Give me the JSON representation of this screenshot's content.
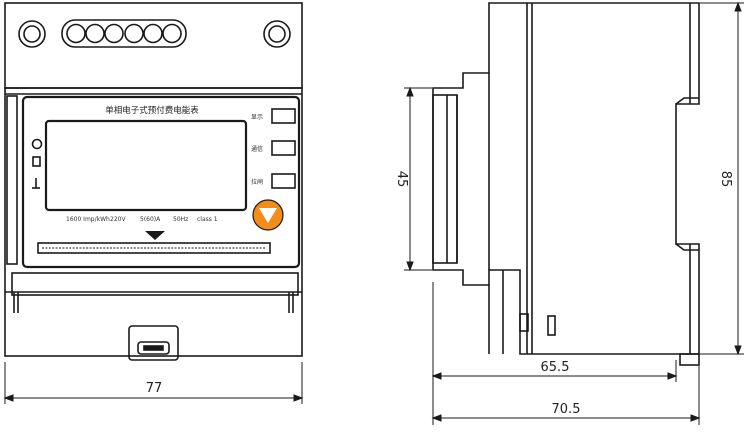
{
  "front_view": {
    "panel_title": "单相电子式预付费电能表",
    "scale_labels": [
      "1600 Imp/kWh",
      "220V",
      "5(60)A",
      "50Hz",
      "class 1"
    ],
    "button_labels": [
      "显示",
      "通信",
      "拉闸"
    ],
    "width_label": "77"
  },
  "side_view": {
    "inner_height_label": "45",
    "total_height_label": "85",
    "depth_label": "65.5",
    "total_depth_label": "70.5"
  }
}
